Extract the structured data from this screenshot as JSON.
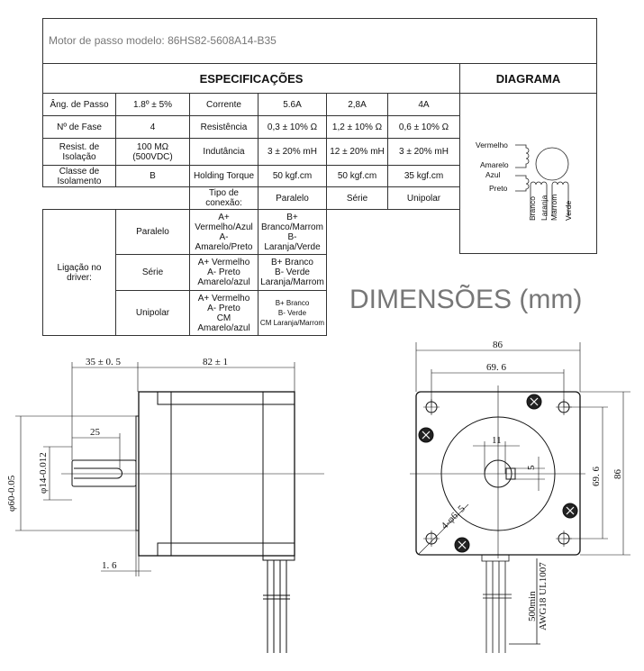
{
  "header": {
    "title": "Motor de passo modelo:  86HS82-5608A14-B35"
  },
  "spec": {
    "heading": "ESPECIFICAÇÕES",
    "rows": [
      [
        "Âng. de Passo",
        "1.8º ± 5%",
        "Corrente",
        "5.6A",
        "2,8A",
        "4A"
      ],
      [
        "Nº de Fase",
        "4",
        "Resistência",
        "0,3 ± 10% Ω",
        "1,2 ± 10% Ω",
        "0,6 ± 10% Ω"
      ],
      [
        "Resist. de\nIsolação",
        "100 MΩ\n(500VDC)",
        "Indutância",
        "3 ± 20% mH",
        "12 ± 20% mH",
        "3 ± 20% mH"
      ],
      [
        "Classe de\nIsolamento",
        "B",
        "Holding Torque",
        "50 kgf.cm",
        "50 kgf.cm",
        "35 kgf.cm"
      ]
    ],
    "conn_header": [
      "Tipo de\nconexão:",
      "Paralelo",
      "Série",
      "Unipolar"
    ],
    "driver_label": "Ligação no\ndriver:",
    "driver_rows": [
      [
        "Paralelo",
        "A+\nVermelho/Azul\nA-\nAmarelo/Preto",
        "B+\nBranco/Marrom\nB-\nLaranja/Verde"
      ],
      [
        "Série",
        "A+  Vermelho\nA-  Preto\nAmarelo/azul",
        "B+  Branco\nB-  Verde\nLaranja/Marrom"
      ],
      [
        "Unipolar",
        "A+  Vermelho\nA-  Preto\nCM\nAmarelo/azul",
        "B+  Branco\nB-  Verde\nCM Laranja/Marrom"
      ]
    ]
  },
  "diagram": {
    "heading": "DIAGRAMA",
    "labels": [
      "Vermelho",
      "Amarelo",
      "Azul",
      "Preto",
      "Branco",
      "Laranja",
      "Marrom",
      "Verde"
    ]
  },
  "dimensions": {
    "title": "DIMENSÕES (mm)",
    "side": {
      "d35": "35 ± 0. 5",
      "d82": "82 ± 1",
      "d25": "25",
      "d60": "φ60-0.05",
      "d14": "φ14-0.012",
      "d16": "1. 6"
    },
    "front": {
      "d86": "86",
      "d696": "69. 6",
      "d11": "11",
      "d5": "5",
      "d696v": "69. 6",
      "d86v": "86",
      "holes": "4-φ6. 5",
      "lead": "500min",
      "wire": "AWG18 UL1007"
    }
  }
}
